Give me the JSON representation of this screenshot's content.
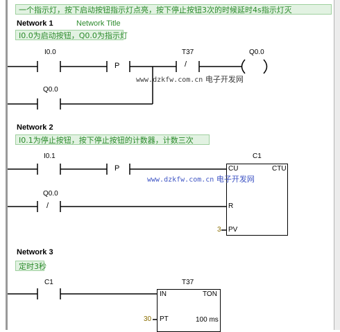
{
  "program_comment": "一个指示灯，按下启动按钮指示灯点亮，按下停止按钮3次的时候延时4s指示灯灭",
  "network1": {
    "label": "Network 1",
    "title": "Network Title",
    "comment": "I0.0为启动按钮，Q0.0为指示灯",
    "contact_start": "I0.0",
    "pulse": "P",
    "contact_timer": "T37",
    "not_mark": "/",
    "coil": "Q0.0",
    "contact_hold": "Q0.0"
  },
  "network2": {
    "label": "Network 2",
    "comment": "I0.1为停止按钮，按下停止按钮的计数器，计数三次",
    "contact_stop": "I0.1",
    "pulse": "P",
    "counter_name": "C1",
    "counter_cu": "CU",
    "counter_type": "CTU",
    "counter_r": "R",
    "counter_pv": "PV",
    "pv_value": "3",
    "contact_reset": "Q0.0",
    "not_mark": "/"
  },
  "network3": {
    "label": "Network 3",
    "comment": "定时3秒",
    "contact_counter": "C1",
    "timer_name": "T37",
    "timer_in": "IN",
    "timer_type": "TON",
    "timer_pt": "PT",
    "pt_value": "30",
    "timer_base": "100 ms"
  },
  "watermark": {
    "url": "www.dzkfw.com.cn",
    "site": "电子开发网"
  }
}
